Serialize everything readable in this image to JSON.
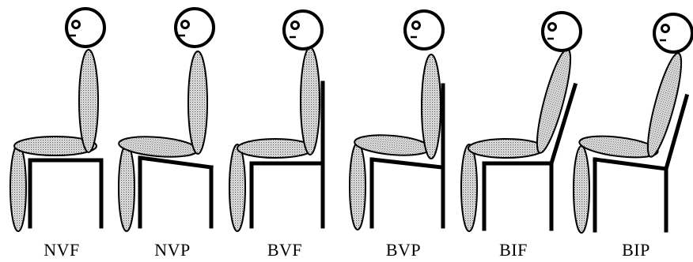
{
  "figures": [
    {
      "id": "nvf",
      "label": "NVF"
    },
    {
      "id": "nvp",
      "label": "NVP"
    },
    {
      "id": "bvf",
      "label": "BVF"
    },
    {
      "id": "bvp",
      "label": "BVP"
    },
    {
      "id": "bif",
      "label": "BIF"
    },
    {
      "id": "bip",
      "label": "BIP"
    }
  ],
  "colors": {
    "ink": "#000000",
    "body_fill": "#d9d9d9",
    "background": "#ffffff"
  }
}
